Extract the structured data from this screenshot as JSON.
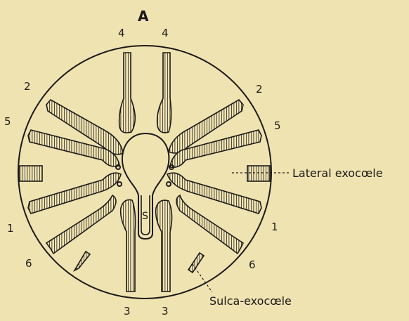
{
  "figure": {
    "panel_label": "A",
    "mesentery_labels": {
      "top_left": "4",
      "top_right": "4",
      "upper_left": "2",
      "upper_right": "2",
      "mid_left": "5",
      "mid_right": "5",
      "lower_left": "1",
      "lower_right": "1",
      "bottom_side_left": "6",
      "bottom_side_right": "6",
      "bottom_left": "3",
      "bottom_right": "3"
    },
    "stomodaeum_label": "S",
    "annotations": {
      "lateral": "Lateral exocœle",
      "sulca": "Sulca-exocœle"
    }
  }
}
